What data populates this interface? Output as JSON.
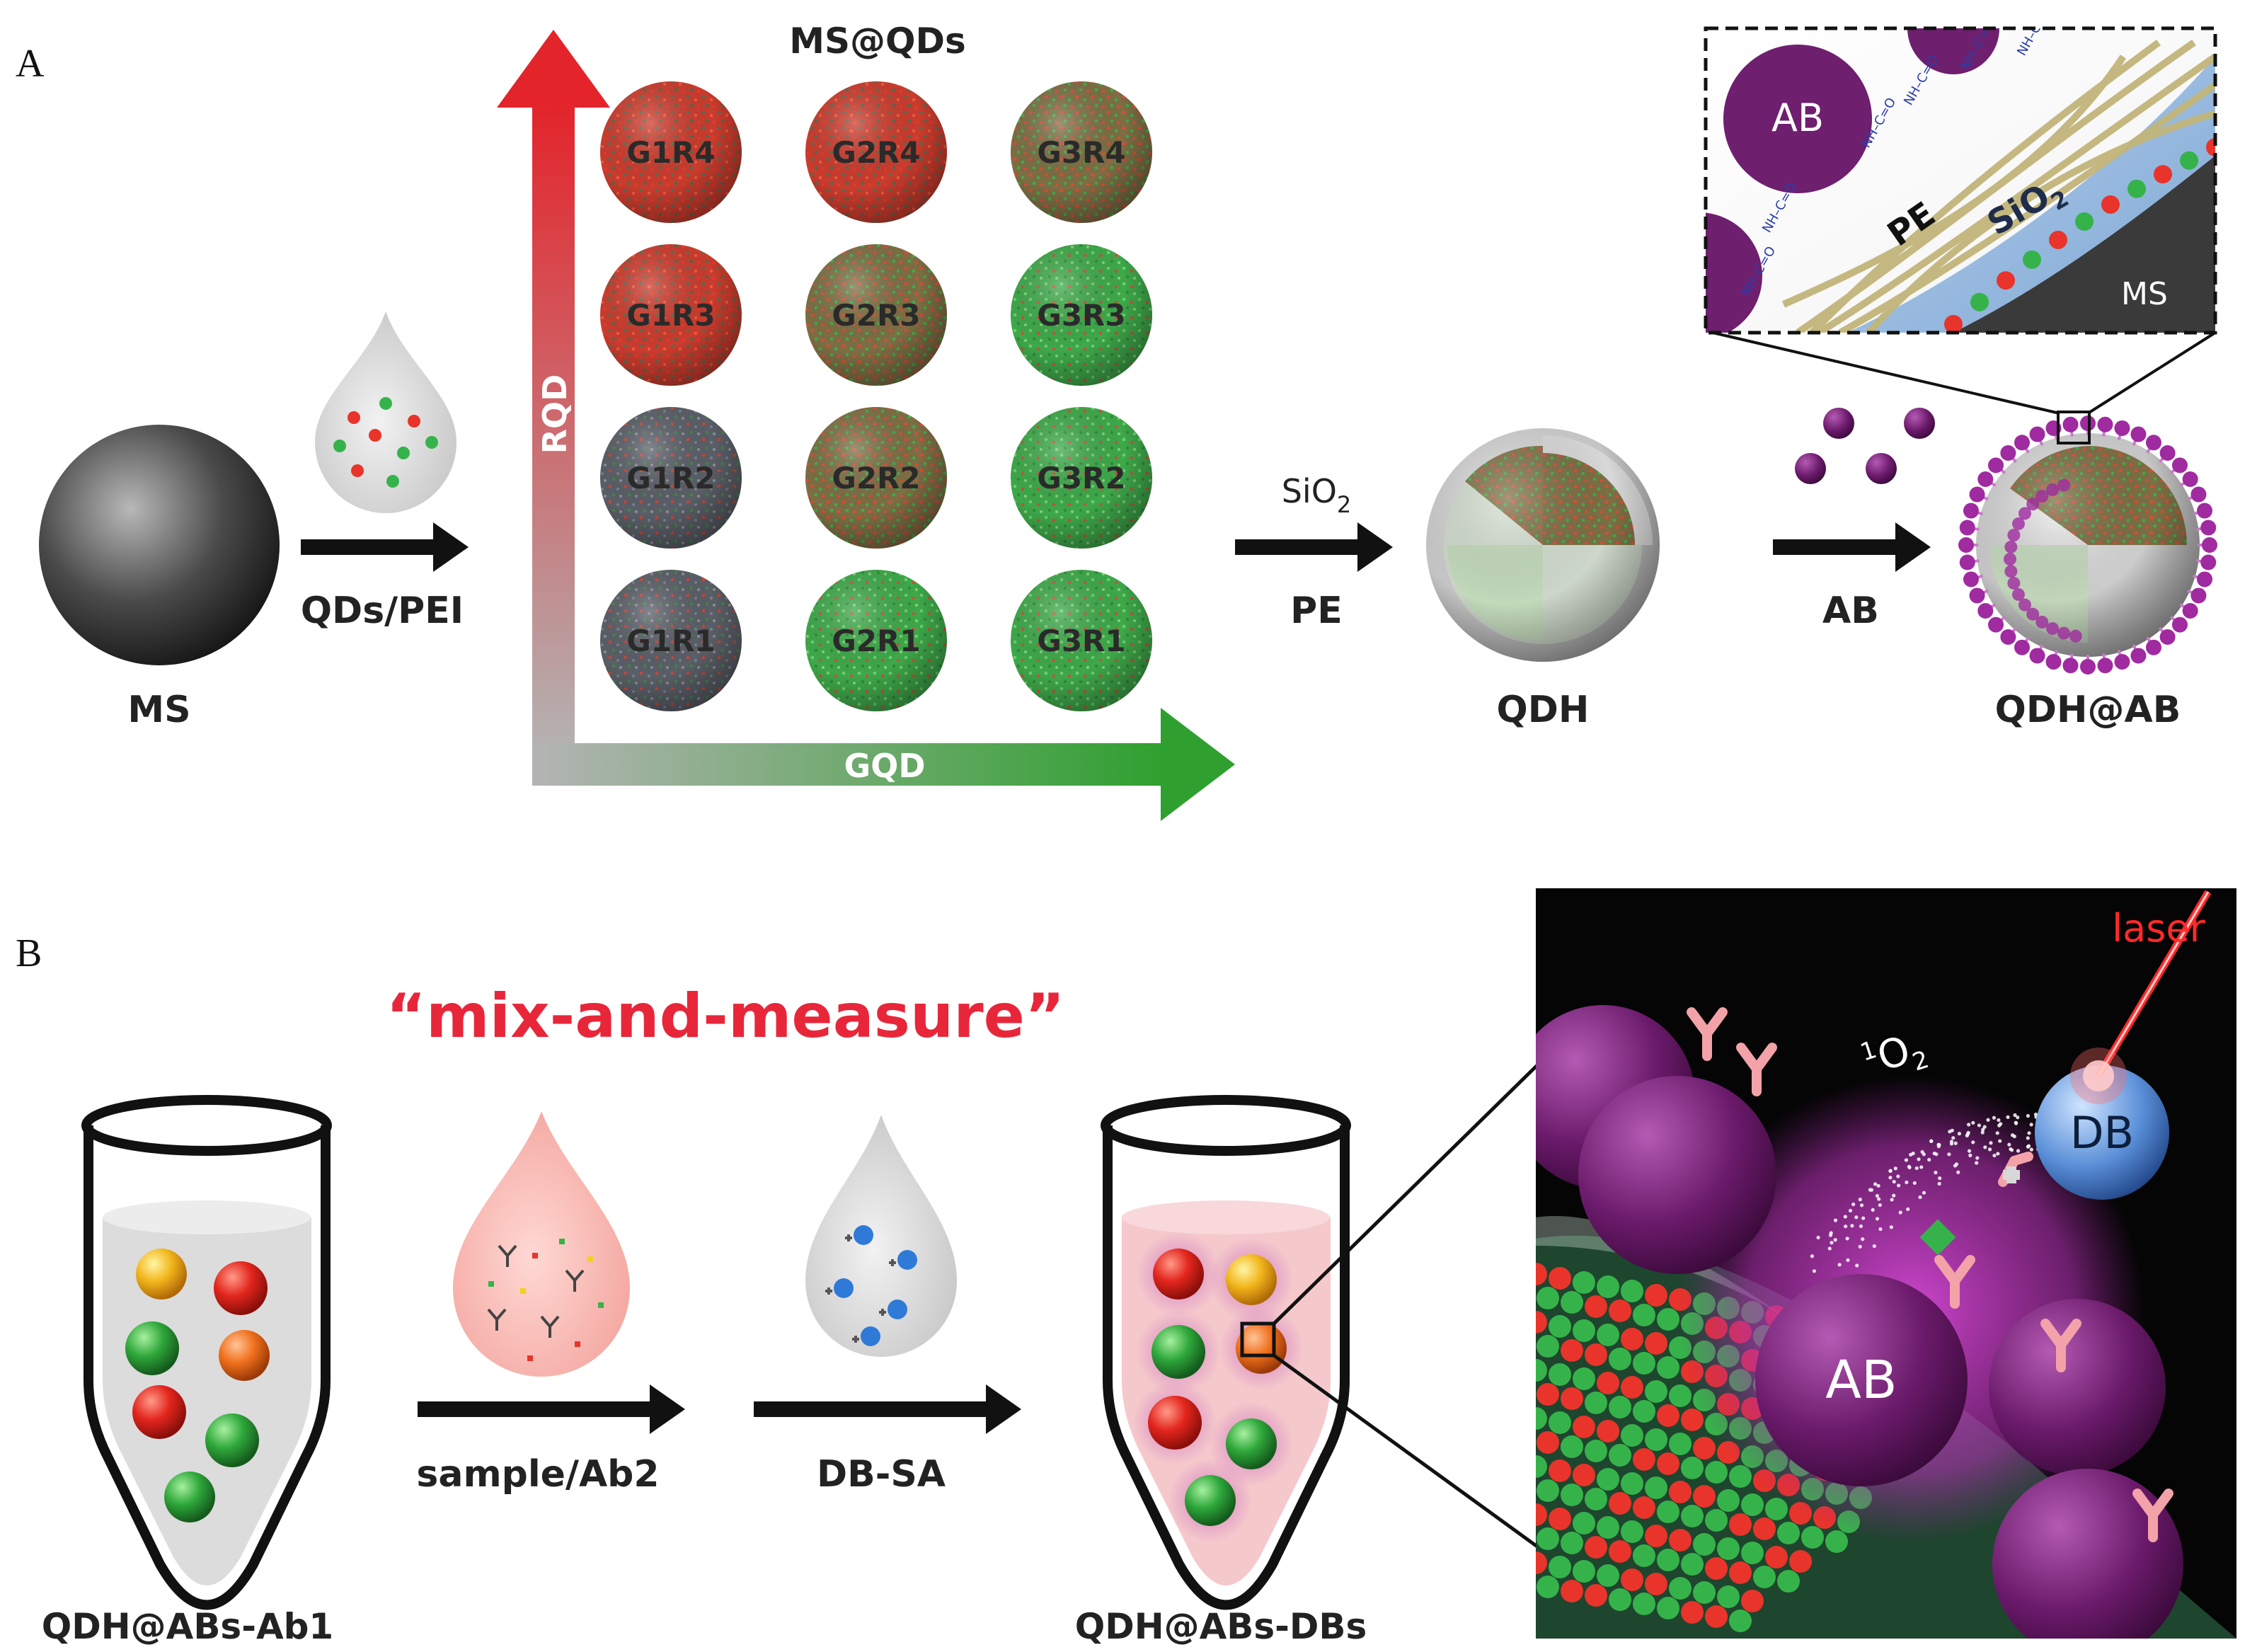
{
  "panel_a": {
    "label": "A",
    "ms_label": "MS",
    "step1_label": "QDs/PEI",
    "grid_title": "MS@QDs",
    "axis_y": "RQD",
    "axis_x": "GQD",
    "grid": [
      [
        "G1R4",
        "G2R4",
        "G3R4"
      ],
      [
        "G1R3",
        "G2R3",
        "G3R3"
      ],
      [
        "G1R2",
        "G2R2",
        "G3R2"
      ],
      [
        "G1R1",
        "G2R1",
        "G3R1"
      ]
    ],
    "step2_top": "SiO",
    "step2_sub": "2",
    "step2_bottom": "PE",
    "qdh_label": "QDH",
    "step3_label": "AB",
    "qdhab_label": "QDH@AB",
    "inset": {
      "ab": "AB",
      "pe": "PE",
      "sio2": "SiO",
      "sio2_sub": "2",
      "ms": "MS"
    }
  },
  "panel_b": {
    "label": "B",
    "headline": "“mix-and-measure”",
    "tube1_label": "QDH@ABs-Ab1",
    "step1_label": "sample/Ab2",
    "step2_label": "DB-SA",
    "tube2_label": "QDH@ABs-DBs",
    "zoom": {
      "laser": "laser",
      "oxygen_sup": "1",
      "oxygen": "O",
      "oxygen_sub": "2",
      "db": "DB",
      "ab": "AB"
    }
  },
  "colors": {
    "red_qd": "#e8342a",
    "green_qd": "#35b34a",
    "purple_ab": "#6e1f6e",
    "headline_red": "#e8263a",
    "laser_red": "#ff2a2a"
  }
}
